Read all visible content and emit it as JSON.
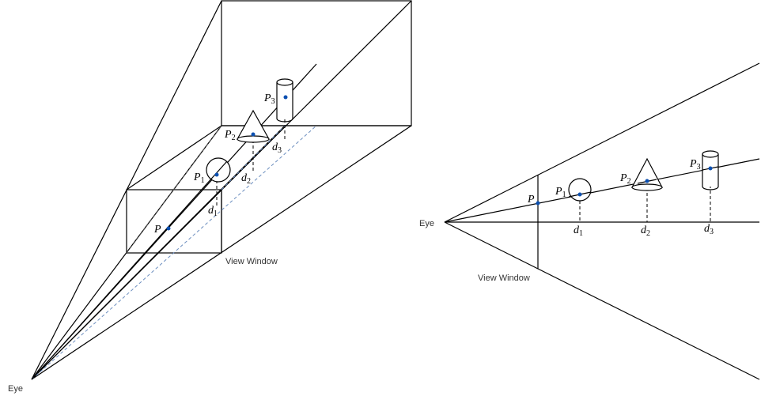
{
  "left_diagram": {
    "eye_label": "Eye",
    "view_window_label": "View Window",
    "points": [
      {
        "var": "P",
        "sub": ""
      },
      {
        "var": "P",
        "sub": "1"
      },
      {
        "var": "P",
        "sub": "2"
      },
      {
        "var": "P",
        "sub": "3"
      }
    ],
    "distances": [
      {
        "var": "d",
        "sub": "1"
      },
      {
        "var": "d",
        "sub": "2"
      },
      {
        "var": "d",
        "sub": "3"
      }
    ]
  },
  "right_diagram": {
    "eye_label": "Eye",
    "view_window_label": "View Window",
    "points": [
      {
        "var": "P",
        "sub": ""
      },
      {
        "var": "P",
        "sub": "1"
      },
      {
        "var": "P",
        "sub": "2"
      },
      {
        "var": "P",
        "sub": "3"
      }
    ],
    "distances": [
      {
        "var": "d",
        "sub": "1"
      },
      {
        "var": "d",
        "sub": "2"
      },
      {
        "var": "d",
        "sub": "3"
      }
    ]
  },
  "colors": {
    "point": "#0b4fb0",
    "dashed_blue": "#6c8ebf"
  }
}
